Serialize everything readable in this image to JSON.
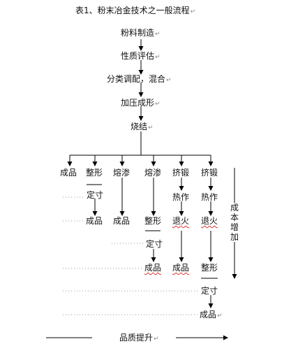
{
  "title": "表1、粉末冶金技术之一般流程",
  "paragraph_mark": "↵",
  "main_steps": [
    "粉料制造",
    "性质评估",
    "分类调配，混合",
    "加压成形",
    "烧结"
  ],
  "branch_heads": [
    "成品",
    "整形",
    "熔渗",
    "熔渗",
    "挤锻",
    "挤锻"
  ],
  "labels": {
    "dingcun": "定寸",
    "chengpin": "成品",
    "zhengxing": "整形",
    "rezuo": "热作",
    "tuihuo": "退火"
  },
  "cost_label": [
    "成",
    "本",
    "增",
    "加"
  ],
  "quality_label": "品质提升"
}
